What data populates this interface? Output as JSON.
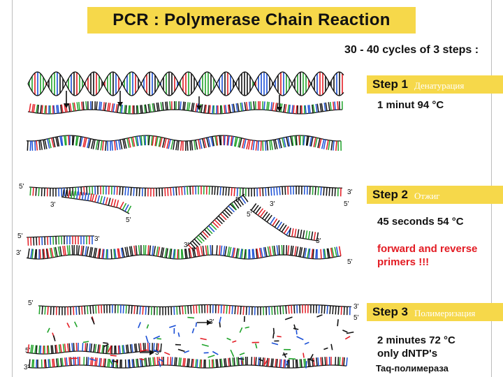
{
  "title": "PCR : Polymerase Chain Reaction",
  "subtitle": "30 - 40 cycles of 3 steps :",
  "steps": [
    {
      "label": "Step 1",
      "name_ru": "Денатурация",
      "detail": "1 minut 94 °C"
    },
    {
      "label": "Step 2",
      "name_ru": "Отжиг",
      "detail": "45 seconds 54 °C",
      "note": "forward and reverse primers !!!"
    },
    {
      "label": "Step 3",
      "name_ru": "Полимеризация",
      "detail": "2 minutes 72 °C",
      "note": "only dNTP's"
    }
  ],
  "enzyme": "Taq-полимераза",
  "strand_ends": {
    "five": "5'",
    "three": "3'"
  },
  "colors": {
    "highlight": "#f6d84a",
    "red": "#e31b23",
    "blue": "#1a4fd6",
    "green": "#1fa32a",
    "black": "#111111"
  }
}
